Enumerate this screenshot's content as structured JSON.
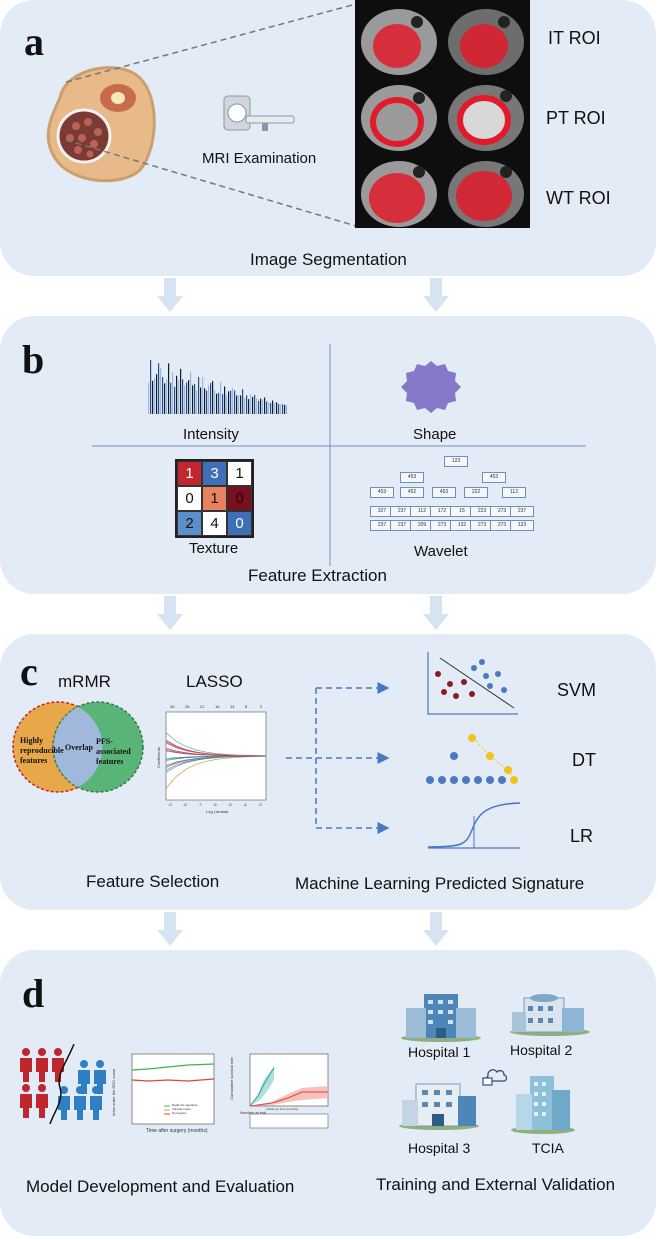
{
  "panel_a": {
    "letter": "a",
    "mri_label": "MRI Examination",
    "roi_labels": [
      "IT ROI",
      "PT ROI",
      "WT ROI"
    ],
    "title": "Image Segmentation"
  },
  "panel_b": {
    "letter": "b",
    "quadrants": [
      "Intensity",
      "Shape",
      "Texture",
      "Wavelet"
    ],
    "texture_matrix": [
      "1",
      "3",
      "1",
      "0",
      "1",
      "0",
      "2",
      "4",
      "0"
    ],
    "wavelet_nodes": [
      "123",
      "453",
      "453",
      "453",
      "452",
      "453",
      "222",
      "112",
      "327",
      "237",
      "112",
      "172",
      "15",
      "223",
      "273",
      "237",
      "237",
      "237",
      "209",
      "273",
      "132",
      "273",
      "273"
    ],
    "title": "Feature Extraction"
  },
  "panel_c": {
    "letter": "c",
    "mrmr": "mRMR",
    "lasso": "LASSO",
    "venn_left": "Highly reproducible features",
    "venn_center": "Overlap",
    "venn_right": "PFS-associated features",
    "lasso_top_ticks": [
      "26",
      "26",
      "21",
      "16",
      "14",
      "8",
      "2"
    ],
    "lasso_bottom_ticks": [
      "-9",
      "-8",
      "-7",
      "-6",
      "-5",
      "-4",
      "-3"
    ],
    "lasso_xlabel": "Log Lambda",
    "lasso_ylabel": "Coefficients",
    "models": [
      "SVM",
      "DT",
      "LR"
    ],
    "left_title": "Feature Selection",
    "right_title": "Machine Learning Predicted Signature"
  },
  "panel_d": {
    "letter": "d",
    "hospitals": [
      "Hospital 1",
      "Hospital 2",
      "Hospital 3",
      "TCIA"
    ],
    "roc_xlabel": "Time after surgery (months)",
    "roc_ylabel": "Area under the ROC curve",
    "roc_legend": [
      "Radiomic signature",
      "Clinical model",
      "Nomogram"
    ],
    "km_xlabel": "Follow-up time (months)",
    "km_ylabel": "Cumulative survival rate",
    "km_risk": "Number at risk",
    "left_title": "Model Development and  Evaluation",
    "right_title": "Training and External Validation"
  },
  "colors": {
    "panel": "#e3ecf6",
    "arrow": "#d6e3f1",
    "accent_blue": "#4a78c2",
    "red": "#c0272d",
    "green": "#5aa46b"
  }
}
